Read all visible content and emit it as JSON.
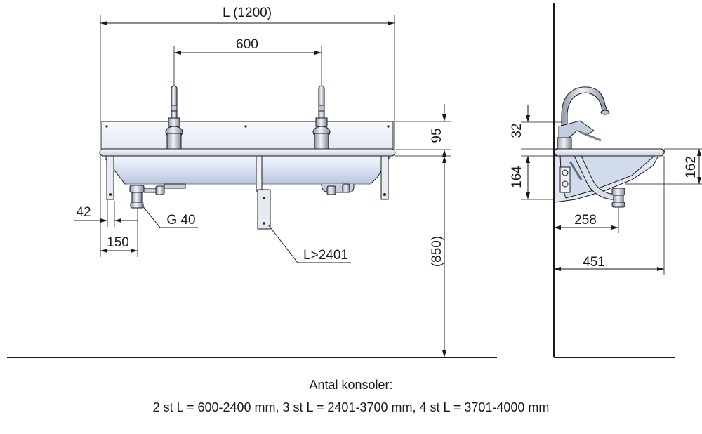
{
  "front_view": {
    "overall_length": "L (1200)",
    "tap_spacing": "600",
    "splashback_height": "95",
    "bracket_offset": "42",
    "drain_offset": "150",
    "drain_size": "G 40",
    "bracket_note": "L>2401",
    "floor_height": "(850)"
  },
  "side_view": {
    "tap_rise": "32",
    "bowl_depth": "164",
    "rim_height": "162",
    "drain_projection": "258",
    "total_depth": "451"
  },
  "notes": {
    "heading": "Antal konsoler:",
    "text": "2 st L = 600-2400 mm, 3 st L = 2401-3700 mm, 4 st L = 3701-4000 mm"
  },
  "colors": {
    "line": "#1a1a1a",
    "steel_light": "#eef2f8",
    "steel_mid": "#c9d3e6",
    "steel_dark": "#9aa6bd",
    "basin_fill": "#dbe4f3"
  }
}
